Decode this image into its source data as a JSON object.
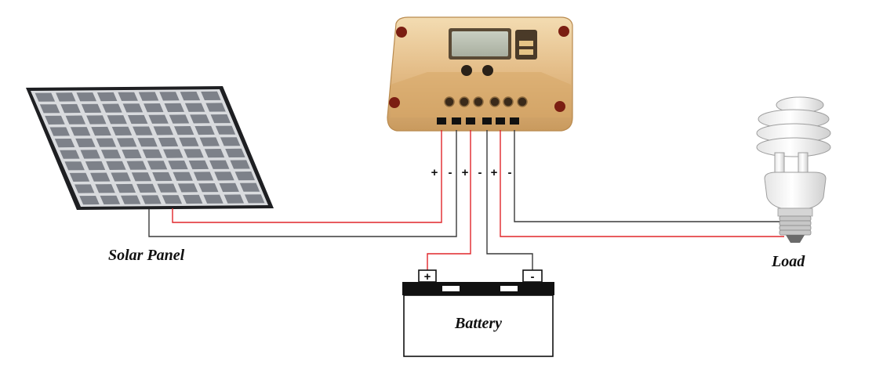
{
  "labels": {
    "solar_panel": "Solar Panel",
    "battery": "Battery",
    "load": "Load"
  },
  "terminals": [
    "+",
    "-",
    "+",
    "-",
    "+",
    "-"
  ],
  "battery_terminals": {
    "positive": "+",
    "negative": "-"
  },
  "colors": {
    "positive_wire": "#e0262a",
    "negative_wire": "#3a3a3a",
    "controller_body": "#e6c08a",
    "panel_cell": "#7d8189",
    "panel_frame": "#1e1f22",
    "battery_top": "#111111"
  }
}
